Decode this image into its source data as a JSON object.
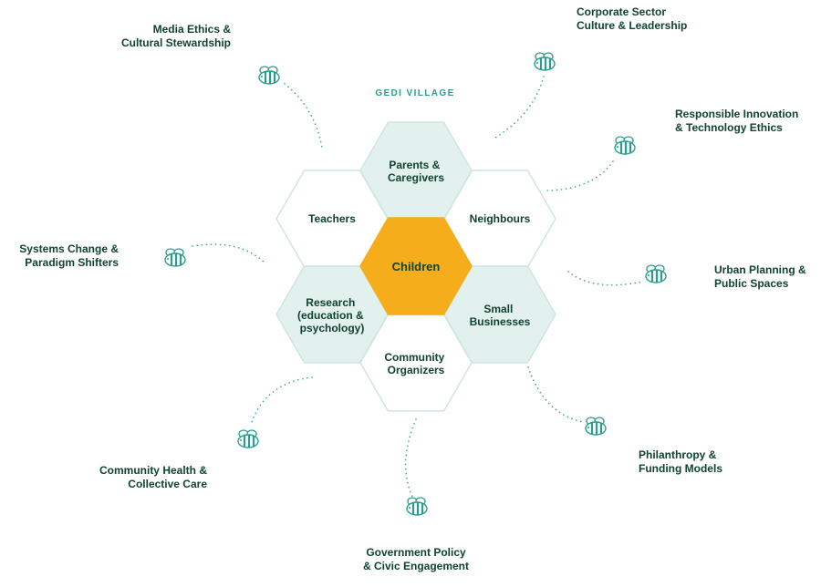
{
  "title": "GEDI VILLAGE",
  "colors": {
    "center_fill": "#f6ad1b",
    "tinted_fill": "#e2f0ee",
    "white_fill": "#ffffff",
    "hex_stroke": "#cfe6e1",
    "text": "#10432f",
    "accent": "#2a9d8f"
  },
  "hexagons": {
    "center": "Children",
    "top": [
      "Parents &",
      "Caregivers"
    ],
    "upper_left": "Teachers",
    "upper_right": "Neighbours",
    "lower_left": [
      "Research",
      "(education &",
      "psychology)"
    ],
    "lower_right": [
      "Small",
      "Businesses"
    ],
    "bottom": [
      "Community",
      "Organizers"
    ]
  },
  "outer": {
    "media": [
      "Media Ethics &",
      "Cultural Stewardship"
    ],
    "corporate": [
      "Corporate Sector",
      "Culture & Leadership"
    ],
    "innovation": [
      "Responsible Innovation",
      "& Technology Ethics"
    ],
    "systems": [
      "Systems Change &",
      "Paradigm Shifters"
    ],
    "urban": [
      "Urban Planning &",
      "Public Spaces"
    ],
    "health": [
      "Community Health &",
      "Collective Care"
    ],
    "philanthropy": [
      "Philanthropy &",
      "Funding Models"
    ],
    "government": [
      "Government Policy",
      "& Civic Engagement"
    ]
  },
  "icons": [
    "bee-icon"
  ]
}
